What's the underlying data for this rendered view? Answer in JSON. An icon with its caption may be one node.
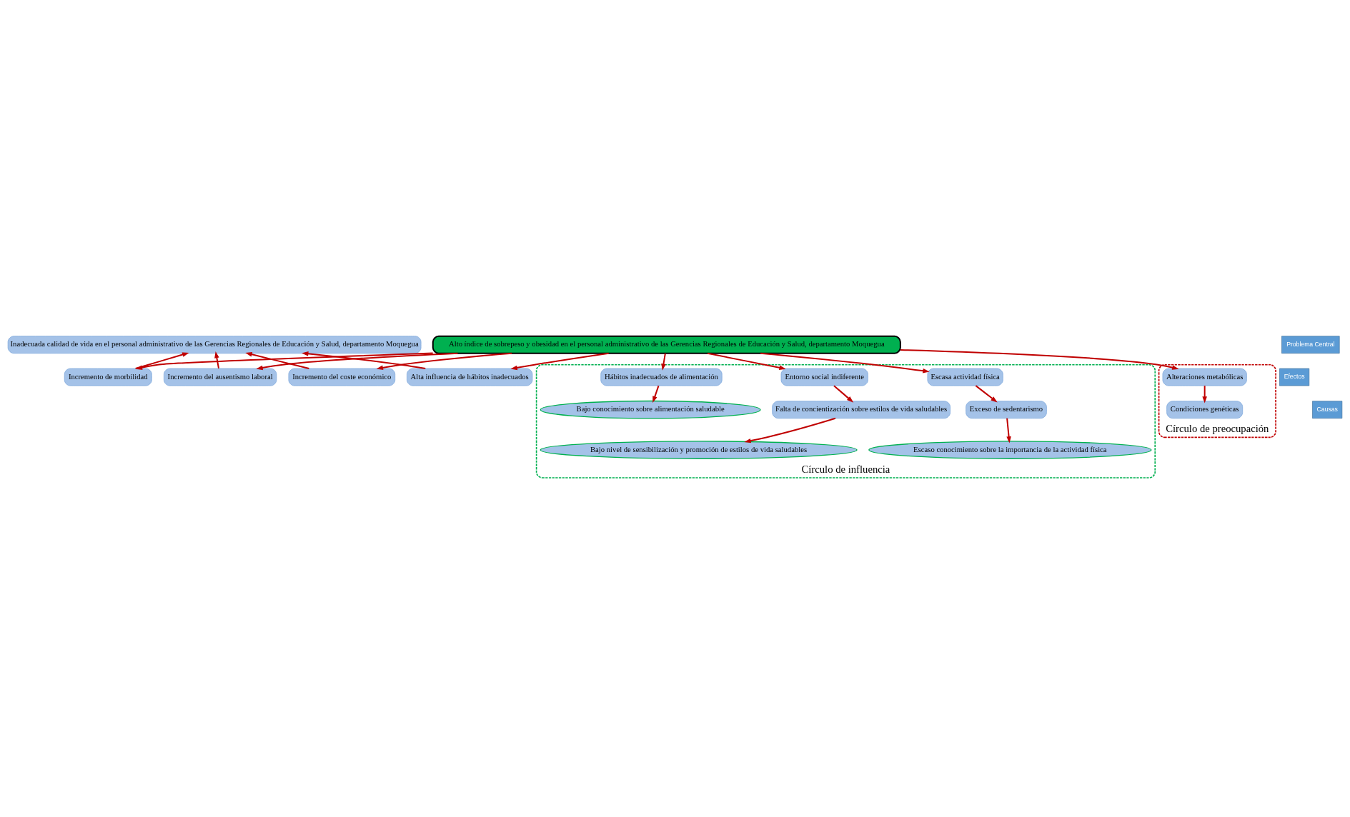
{
  "diagram": {
    "nodes": [
      {
        "text": [
          "Inadecuada calidad de vida en el personal administrativo de las Gerencias Regionales de Educación y Salud, departamento Moquegua"
        ]
      },
      {
        "text": [
          "Incremento de morbilidad"
        ]
      },
      {
        "text": [
          "Incremento del ausentismo laboral"
        ]
      },
      {
        "text": [
          "Incremento del coste económico"
        ]
      },
      {
        "text": [
          "Alta influencia de hábitos inadecuados"
        ]
      },
      {
        "text": [
          "Alto índice de sobrepeso y obesidad en el personal administrativo de las Gerencias Regionales de Educación y Salud, departamento Moquegua"
        ]
      },
      {
        "text": [
          "Círculo de influencia"
        ]
      },
      {
        "text": [
          "Hábitos inadecuados de alimentación"
        ],
        "in": 6
      },
      {
        "text": [
          "Bajo conocimiento sobre alimentación saludable"
        ],
        "in": 6
      },
      {
        "text": [
          "Escasa actividad física"
        ],
        "in": 6
      },
      {
        "text": [
          "Exceso de sedentarismo"
        ],
        "in": 6
      },
      {
        "text": [
          "Escaso conocimiento sobre la importancia de la actividad física"
        ],
        "in": 6
      },
      {
        "text": [
          "Entorno social indiferente"
        ],
        "in": 6
      },
      {
        "text": [
          "Falta de concientización sobre estilos de vida saludables"
        ],
        "in": 6
      },
      {
        "text": [
          "Bajo nivel de sensibilización y promoción de estilos de vida saludables"
        ],
        "in": 6
      },
      {
        "text": [
          "Círculo de preocupación"
        ]
      },
      {
        "text": [
          "Alteraciones metabólicas"
        ],
        "in": 15
      },
      {
        "text": [
          "Condiciones genéticas"
        ],
        "in": 15
      },
      {
        "text": [
          "Efectos"
        ]
      },
      {
        "text": [
          "Problema Central"
        ]
      },
      {
        "text": [
          "Causas"
        ]
      }
    ],
    "edges": [
      {
        "from": 1,
        "to": 0,
        "arrow": "to"
      },
      {
        "from": 2,
        "to": 0,
        "arrow": "to"
      },
      {
        "from": 3,
        "to": 0,
        "arrow": "to"
      },
      {
        "from": 4,
        "to": 0,
        "arrow": "to"
      },
      {
        "from": 5,
        "to": 1,
        "arrow": "to"
      },
      {
        "from": 5,
        "to": 2,
        "arrow": "to"
      },
      {
        "from": 5,
        "to": 3,
        "arrow": "to"
      },
      {
        "from": 5,
        "to": 4,
        "arrow": "to"
      },
      {
        "from": 5,
        "to": 7,
        "arrow": "to"
      },
      {
        "from": 5,
        "to": 9,
        "arrow": "to"
      },
      {
        "from": 5,
        "to": 12,
        "arrow": "to"
      },
      {
        "from": 5,
        "to": 16,
        "arrow": "to"
      },
      {
        "from": 7,
        "to": 8,
        "arrow": "to"
      },
      {
        "from": 9,
        "to": 10,
        "arrow": "to"
      },
      {
        "from": 10,
        "to": 11,
        "arrow": "to"
      },
      {
        "from": 12,
        "to": 13,
        "arrow": "to"
      },
      {
        "from": 13,
        "to": 14,
        "arrow": "to"
      },
      {
        "from": 16,
        "to": 17,
        "arrow": "to"
      }
    ]
  }
}
